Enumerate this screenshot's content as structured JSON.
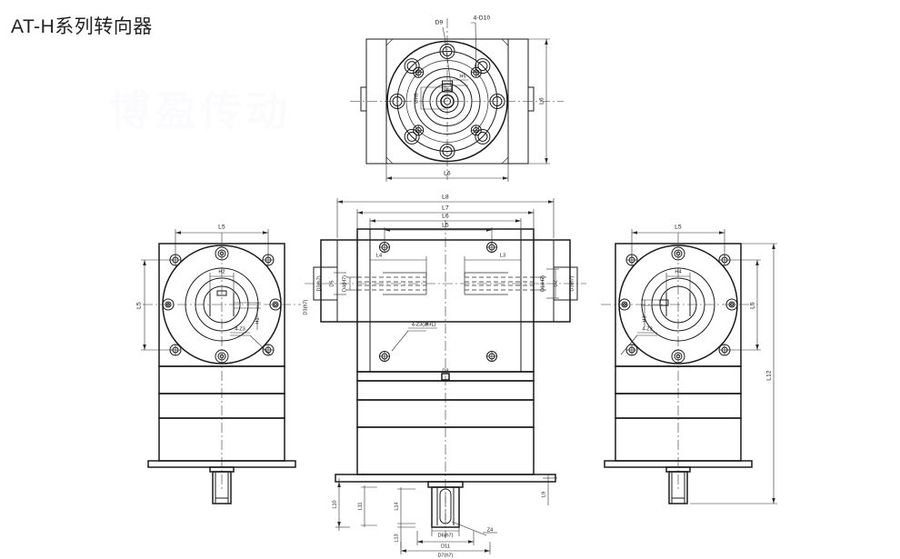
{
  "page": {
    "title": "AT-H系列转向器",
    "watermark": "博盈传动"
  },
  "colors": {
    "line": "#1b1b1b",
    "background": "#ffffff",
    "dimension": "#2a2a2a"
  },
  "drawing": {
    "type": "engineering-orthographic-drawing",
    "product": "AT-H Series Gearbox / Right-angle Reducer",
    "views": [
      {
        "name": "top-view",
        "position": "top-center",
        "labels": [
          "D9",
          "4-D10",
          "H5",
          "ØH6",
          "L6",
          "L6"
        ]
      },
      {
        "name": "left-side-view",
        "position": "left",
        "labels": [
          "L5",
          "L5",
          "H2",
          "H1",
          "4-Z3",
          "D3(h7)"
        ]
      },
      {
        "name": "front-main-view",
        "position": "center",
        "labels": [
          "L8",
          "L7",
          "L6",
          "L5",
          "L4",
          "L3",
          "D5",
          "D4(H7)",
          "D1(H7)",
          "D2",
          "D3(h7)",
          "D3(h7)",
          "4-Z3(通孔)",
          "D8",
          "L9",
          "L10",
          "L11",
          "L13",
          "L14",
          "D6(h7)",
          "Z4",
          "D11",
          "D7(h7)"
        ]
      },
      {
        "name": "right-side-view",
        "position": "right",
        "labels": [
          "L5",
          "H4",
          "H3",
          "4-Z3",
          "L5",
          "L12"
        ]
      }
    ]
  },
  "top_view": {
    "dim_d9": "D9",
    "dim_d10": "4-D10",
    "dim_h5": "H5",
    "dim_h6": "ØH6",
    "dim_l6_bottom": "L6",
    "dim_l6_right": "L6"
  },
  "left_view": {
    "dim_l5_top": "L5",
    "dim_l5_left": "L5",
    "dim_h2": "H2",
    "dim_h1": "H1",
    "dim_z3": "4-Z3",
    "dim_d3": "D3(h7)"
  },
  "main_view": {
    "dim_l8": "L8",
    "dim_l7": "L7",
    "dim_l6": "L6",
    "dim_l5": "L5",
    "dim_l4": "L4",
    "dim_l3": "L3",
    "dim_d5": "D5",
    "dim_d4": "D4(H7)",
    "dim_d3_left": "D3(h7)",
    "dim_d1": "D1(H7)",
    "dim_d2": "D2",
    "dim_d3_right": "D3(h7)",
    "dim_z3": "4-Z3(通孔)",
    "dim_d8": "D8",
    "dim_l9": "L9",
    "dim_l10": "L10",
    "dim_l11": "L11",
    "dim_l13": "L13",
    "dim_l14": "L14",
    "dim_d6": "D6(h7)",
    "dim_z4": "Z4",
    "dim_d11": "D11",
    "dim_d7": "D7(h7)"
  },
  "right_view": {
    "dim_l5_top": "L5",
    "dim_l5_right": "L5",
    "dim_h4": "H4",
    "dim_h3": "H3",
    "dim_z3": "4-Z3",
    "dim_l12": "L12"
  }
}
